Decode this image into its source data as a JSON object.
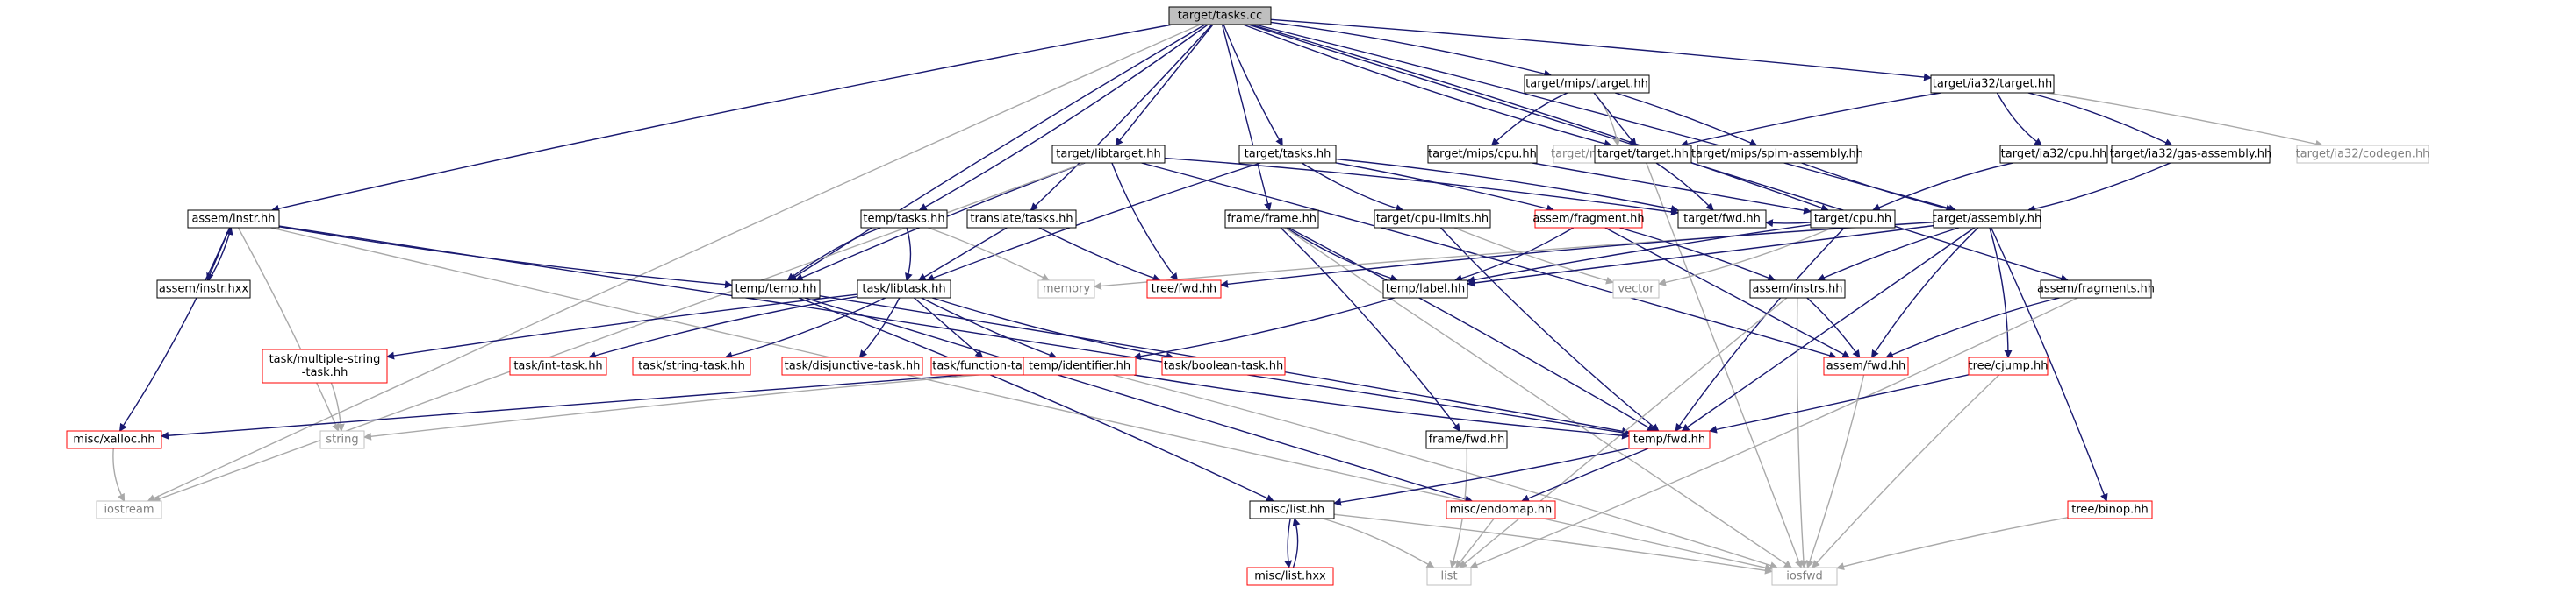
{
  "colors": {
    "node_border_normal": "#000000",
    "node_border_red": "#ff0000",
    "node_border_gray": "#bfbfbf",
    "node_fill_root": "#bfbfbf",
    "node_fill": "#ffffff",
    "text_normal": "#000000",
    "text_gray": "#7f7f7f",
    "edge_include": "#191970",
    "edge_external": "#a9a9a9"
  },
  "nodes": [
    {
      "id": "tasks_cc",
      "label": "target/tasks.cc",
      "style": "root"
    },
    {
      "id": "mips_target",
      "label": "target/mips/target.hh",
      "style": "normal"
    },
    {
      "id": "ia32_target",
      "label": "target/ia32/target.hh",
      "style": "normal"
    },
    {
      "id": "libtarget",
      "label": "target/libtarget.hh",
      "style": "normal"
    },
    {
      "id": "target_tasks",
      "label": "target/tasks.hh",
      "style": "normal"
    },
    {
      "id": "mips_cpu",
      "label": "target/mips/cpu.hh",
      "style": "normal"
    },
    {
      "id": "mips_codegen",
      "label": "target/mips/codegen.hh",
      "style": "gray"
    },
    {
      "id": "spim_assembly",
      "label": "target/mips/spim-assembly.hh",
      "style": "normal"
    },
    {
      "id": "target_hh",
      "label": "target/target.hh",
      "style": "normal"
    },
    {
      "id": "ia32_cpu",
      "label": "target/ia32/cpu.hh",
      "style": "normal"
    },
    {
      "id": "ia32_gas",
      "label": "target/ia32/gas-assembly.hh",
      "style": "normal"
    },
    {
      "id": "ia32_codegen",
      "label": "target/ia32/codegen.hh",
      "style": "gray"
    },
    {
      "id": "assem_instr",
      "label": "assem/instr.hh",
      "style": "normal"
    },
    {
      "id": "temp_tasks",
      "label": "temp/tasks.hh",
      "style": "normal"
    },
    {
      "id": "translate_tasks",
      "label": "translate/tasks.hh",
      "style": "normal"
    },
    {
      "id": "frame_frame",
      "label": "frame/frame.hh",
      "style": "normal"
    },
    {
      "id": "cpu_limits",
      "label": "target/cpu-limits.hh",
      "style": "normal"
    },
    {
      "id": "assem_fragment",
      "label": "assem/fragment.hh",
      "style": "red"
    },
    {
      "id": "target_fwd",
      "label": "target/fwd.hh",
      "style": "normal"
    },
    {
      "id": "target_cpu",
      "label": "target/cpu.hh",
      "style": "normal"
    },
    {
      "id": "target_assembly",
      "label": "target/assembly.hh",
      "style": "normal"
    },
    {
      "id": "assem_instr_hxx",
      "label": "assem/instr.hxx",
      "style": "normal"
    },
    {
      "id": "temp_temp",
      "label": "temp/temp.hh",
      "style": "normal"
    },
    {
      "id": "task_libtask",
      "label": "task/libtask.hh",
      "style": "normal"
    },
    {
      "id": "memory",
      "label": "memory",
      "style": "gray"
    },
    {
      "id": "tree_fwd",
      "label": "tree/fwd.hh",
      "style": "red"
    },
    {
      "id": "temp_label",
      "label": "temp/label.hh",
      "style": "normal"
    },
    {
      "id": "vector",
      "label": "vector",
      "style": "gray"
    },
    {
      "id": "assem_instrs",
      "label": "assem/instrs.hh",
      "style": "normal"
    },
    {
      "id": "assem_fragments",
      "label": "assem/fragments.hh",
      "style": "normal"
    },
    {
      "id": "task_multiple",
      "label": "task/multiple-string\n-task.hh",
      "style": "red"
    },
    {
      "id": "task_int",
      "label": "task/int-task.hh",
      "style": "red"
    },
    {
      "id": "task_string",
      "label": "task/string-task.hh",
      "style": "red"
    },
    {
      "id": "task_disjunctive",
      "label": "task/disjunctive-task.hh",
      "style": "red"
    },
    {
      "id": "task_function",
      "label": "task/function-task.hh",
      "style": "red"
    },
    {
      "id": "temp_identifier",
      "label": "temp/identifier.hh",
      "style": "red"
    },
    {
      "id": "task_boolean",
      "label": "task/boolean-task.hh",
      "style": "red"
    },
    {
      "id": "assem_fwd",
      "label": "assem/fwd.hh",
      "style": "red"
    },
    {
      "id": "tree_cjump",
      "label": "tree/cjump.hh",
      "style": "red"
    },
    {
      "id": "misc_xalloc",
      "label": "misc/xalloc.hh",
      "style": "red"
    },
    {
      "id": "string",
      "label": "string",
      "style": "gray"
    },
    {
      "id": "frame_fwd",
      "label": "frame/fwd.hh",
      "style": "normal"
    },
    {
      "id": "temp_fwd",
      "label": "temp/fwd.hh",
      "style": "red"
    },
    {
      "id": "iostream",
      "label": "iostream",
      "style": "gray"
    },
    {
      "id": "misc_list",
      "label": "misc/list.hh",
      "style": "normal"
    },
    {
      "id": "misc_endomap",
      "label": "misc/endomap.hh",
      "style": "red"
    },
    {
      "id": "tree_binop",
      "label": "tree/binop.hh",
      "style": "red"
    },
    {
      "id": "misc_list_hxx",
      "label": "misc/list.hxx",
      "style": "red"
    },
    {
      "id": "list",
      "label": "list",
      "style": "gray"
    },
    {
      "id": "iosfwd",
      "label": "iosfwd",
      "style": "gray"
    }
  ],
  "edges": [
    [
      "tasks_cc",
      "mips_target"
    ],
    [
      "tasks_cc",
      "ia32_target"
    ],
    [
      "tasks_cc",
      "libtarget"
    ],
    [
      "tasks_cc",
      "target_tasks"
    ],
    [
      "tasks_cc",
      "assem_instr"
    ],
    [
      "tasks_cc",
      "temp_tasks"
    ],
    [
      "tasks_cc",
      "translate_tasks"
    ],
    [
      "tasks_cc",
      "frame_frame"
    ],
    [
      "tasks_cc",
      "temp_temp"
    ],
    [
      "tasks_cc",
      "target_hh"
    ],
    [
      "tasks_cc",
      "target_cpu"
    ],
    [
      "tasks_cc",
      "target_assembly"
    ],
    [
      "tasks_cc",
      "assem_fragments"
    ],
    [
      "tasks_cc",
      "iostream"
    ],
    [
      "mips_target",
      "mips_cpu"
    ],
    [
      "mips_target",
      "mips_codegen"
    ],
    [
      "mips_target",
      "spim_assembly"
    ],
    [
      "mips_target",
      "target_hh"
    ],
    [
      "ia32_target",
      "target_hh"
    ],
    [
      "ia32_target",
      "ia32_cpu"
    ],
    [
      "ia32_target",
      "ia32_gas"
    ],
    [
      "ia32_target",
      "ia32_codegen"
    ],
    [
      "mips_cpu",
      "target_cpu"
    ],
    [
      "spim_assembly",
      "target_assembly"
    ],
    [
      "ia32_cpu",
      "target_cpu"
    ],
    [
      "ia32_gas",
      "target_assembly"
    ],
    [
      "target_hh",
      "target_fwd"
    ],
    [
      "target_hh",
      "iosfwd"
    ],
    [
      "libtarget",
      "temp_temp"
    ],
    [
      "libtarget",
      "tree_fwd"
    ],
    [
      "libtarget",
      "target_fwd"
    ],
    [
      "libtarget",
      "assem_fwd"
    ],
    [
      "libtarget",
      "iostream"
    ],
    [
      "target_tasks",
      "task_libtask"
    ],
    [
      "target_tasks",
      "cpu_limits"
    ],
    [
      "target_tasks",
      "target_fwd"
    ],
    [
      "target_tasks",
      "assem_fragment"
    ],
    [
      "assem_instr",
      "assem_instr_hxx"
    ],
    [
      "assem_instr_hxx",
      "assem_instr"
    ],
    [
      "assem_instr",
      "temp_temp"
    ],
    [
      "assem_instr",
      "misc_xalloc"
    ],
    [
      "assem_instr",
      "string"
    ],
    [
      "assem_instr",
      "temp_fwd"
    ],
    [
      "assem_instr",
      "iosfwd"
    ],
    [
      "temp_tasks",
      "temp_temp"
    ],
    [
      "temp_tasks",
      "task_libtask"
    ],
    [
      "temp_tasks",
      "memory"
    ],
    [
      "translate_tasks",
      "task_libtask"
    ],
    [
      "translate_tasks",
      "tree_fwd"
    ],
    [
      "frame_frame",
      "temp_label"
    ],
    [
      "frame_frame",
      "frame_fwd"
    ],
    [
      "frame_frame",
      "temp_fwd"
    ],
    [
      "frame_frame",
      "iosfwd"
    ],
    [
      "cpu_limits",
      "vector"
    ],
    [
      "cpu_limits",
      "temp_fwd"
    ],
    [
      "assem_fragment",
      "temp_label"
    ],
    [
      "assem_fragment",
      "assem_instrs"
    ],
    [
      "assem_fragment",
      "assem_fwd"
    ],
    [
      "target_cpu",
      "temp_label"
    ],
    [
      "target_cpu",
      "temp_fwd"
    ],
    [
      "target_cpu",
      "vector"
    ],
    [
      "target_cpu",
      "target_fwd"
    ],
    [
      "target_assembly",
      "temp_label"
    ],
    [
      "target_assembly",
      "assem_instrs"
    ],
    [
      "target_assembly",
      "assem_fwd"
    ],
    [
      "target_assembly",
      "tree_cjump"
    ],
    [
      "target_assembly",
      "tree_binop"
    ],
    [
      "target_assembly",
      "temp_fwd"
    ],
    [
      "target_assembly",
      "memory"
    ],
    [
      "target_assembly",
      "tree_fwd"
    ],
    [
      "temp_temp",
      "misc_list"
    ],
    [
      "temp_temp",
      "temp_fwd"
    ],
    [
      "temp_temp",
      "misc_endomap"
    ],
    [
      "task_libtask",
      "task_multiple"
    ],
    [
      "task_libtask",
      "task_int"
    ],
    [
      "task_libtask",
      "task_string"
    ],
    [
      "task_libtask",
      "task_disjunctive"
    ],
    [
      "task_libtask",
      "task_function"
    ],
    [
      "task_libtask",
      "temp_identifier"
    ],
    [
      "task_libtask",
      "task_boolean"
    ],
    [
      "temp_label",
      "temp_identifier"
    ],
    [
      "assem_instrs",
      "assem_fwd"
    ],
    [
      "assem_instrs",
      "list"
    ],
    [
      "assem_instrs",
      "iosfwd"
    ],
    [
      "assem_fragments",
      "assem_fwd"
    ],
    [
      "assem_fragments",
      "list"
    ],
    [
      "task_multiple",
      "string"
    ],
    [
      "temp_identifier",
      "misc_xalloc"
    ],
    [
      "temp_identifier",
      "string"
    ],
    [
      "temp_identifier",
      "temp_fwd"
    ],
    [
      "temp_identifier",
      "iosfwd"
    ],
    [
      "assem_fwd",
      "iosfwd"
    ],
    [
      "tree_cjump",
      "temp_fwd"
    ],
    [
      "tree_cjump",
      "iosfwd"
    ],
    [
      "misc_xalloc",
      "iostream"
    ],
    [
      "frame_fwd",
      "list"
    ],
    [
      "temp_fwd",
      "misc_list"
    ],
    [
      "temp_fwd",
      "misc_endomap"
    ],
    [
      "misc_list",
      "misc_list_hxx"
    ],
    [
      "misc_list_hxx",
      "misc_list"
    ],
    [
      "misc_list",
      "list"
    ],
    [
      "misc_list",
      "iosfwd"
    ],
    [
      "misc_endomap",
      "list"
    ],
    [
      "tree_binop",
      "iosfwd"
    ]
  ]
}
